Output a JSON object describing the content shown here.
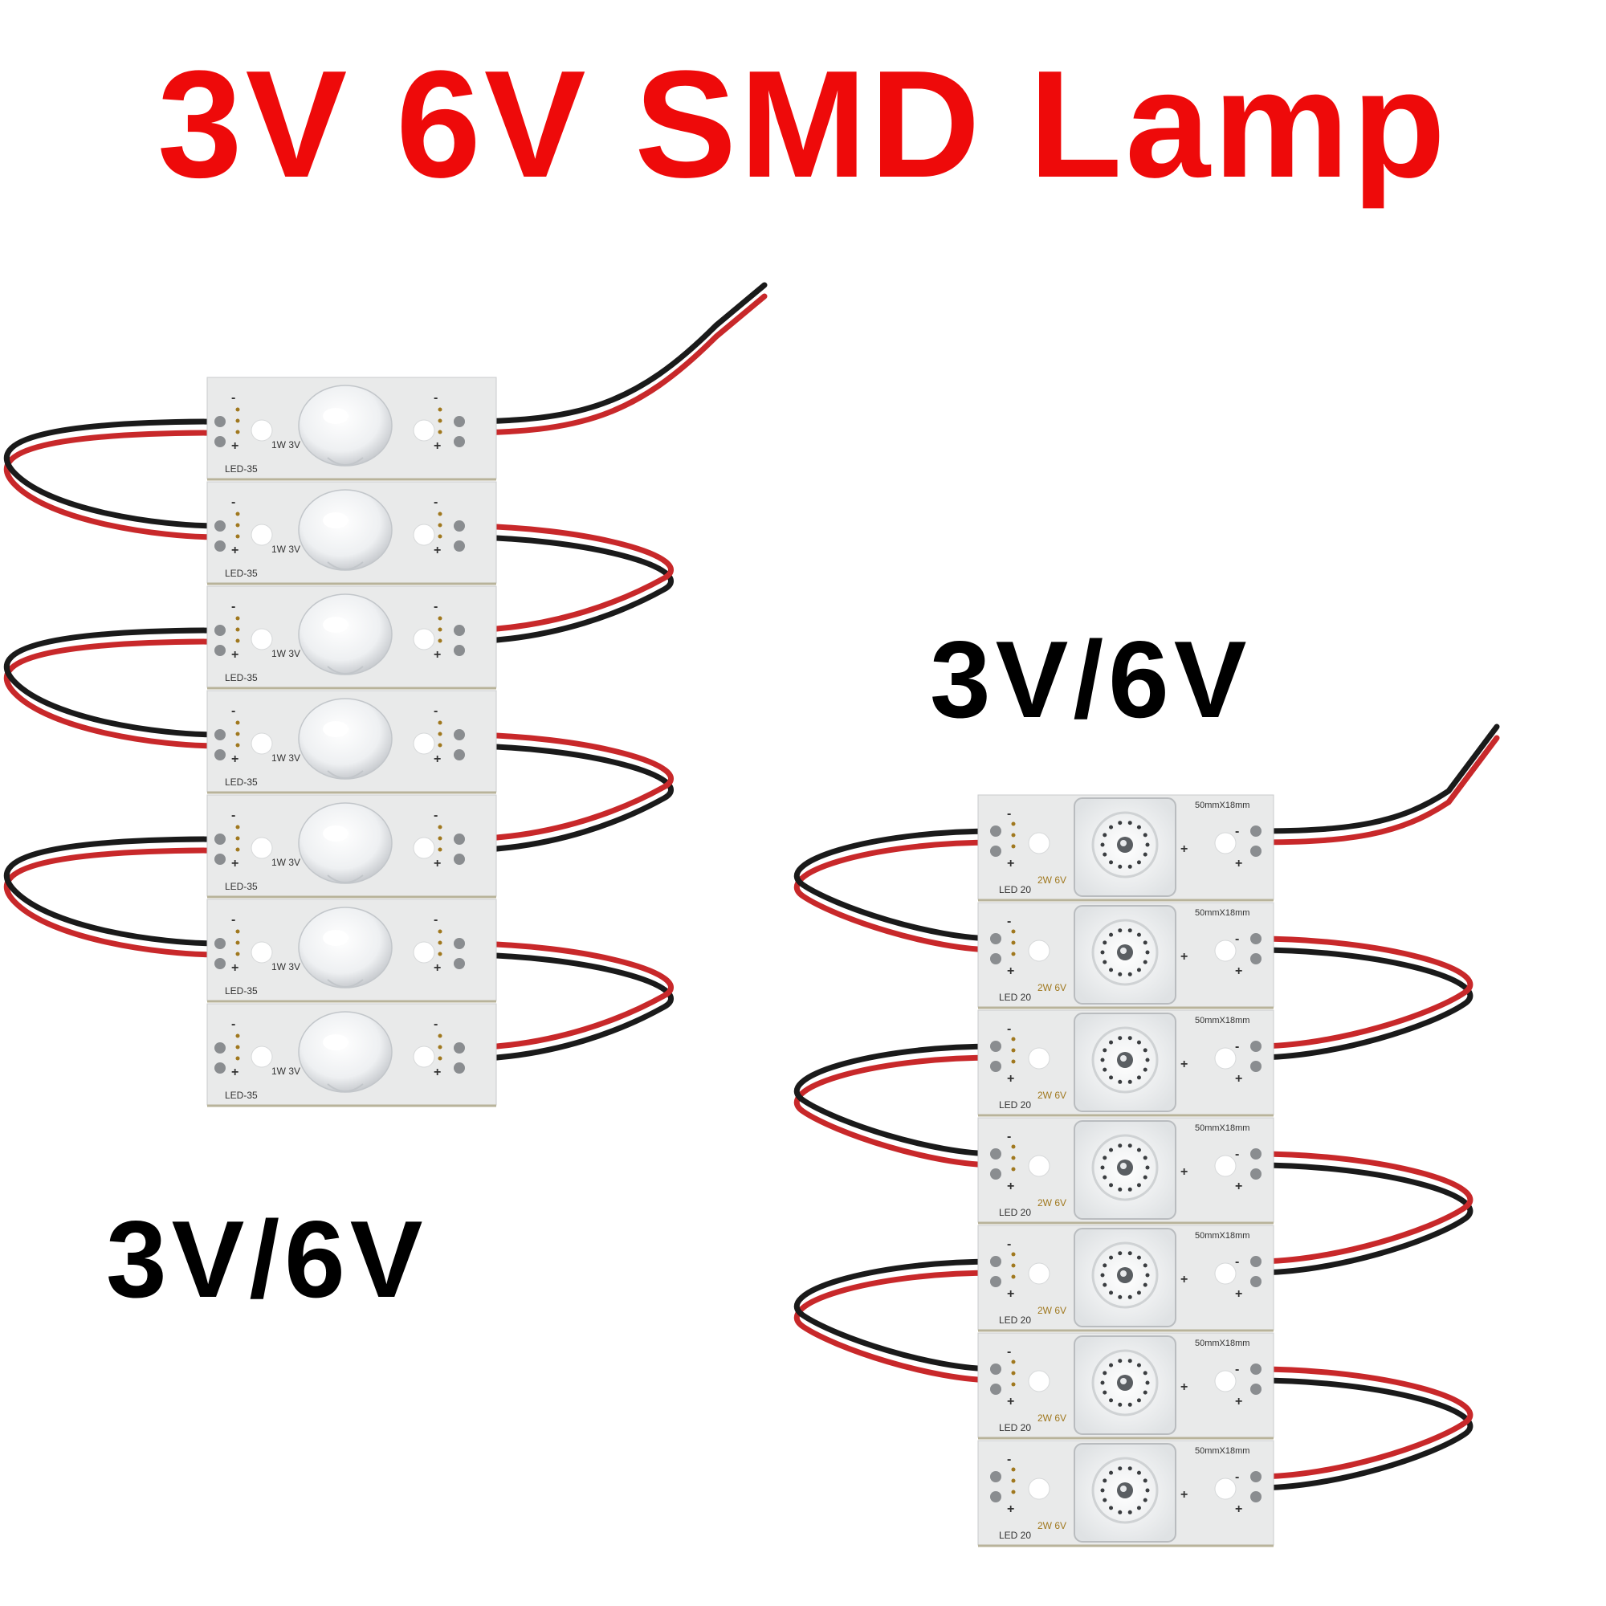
{
  "heading": "3V 6V SMD Lamp",
  "left_caption": "3V/6V",
  "right_caption": "3V/6V",
  "left_strip": {
    "module_count": 7,
    "model_label": "LED-35",
    "rating_label": "1W 3V",
    "minus_sign": "-",
    "plus_sign": "+"
  },
  "right_strip": {
    "module_count": 7,
    "model_label": "LED 20",
    "rating_label": "2W 6V",
    "size_label": "50mmX18mm",
    "minus_sign": "-",
    "plus_sign": "+"
  },
  "colors": {
    "heading": "#ee0a0a",
    "wire_red": "#c8282a",
    "wire_black": "#1a1a1a",
    "pcb": "#e9eaea"
  }
}
